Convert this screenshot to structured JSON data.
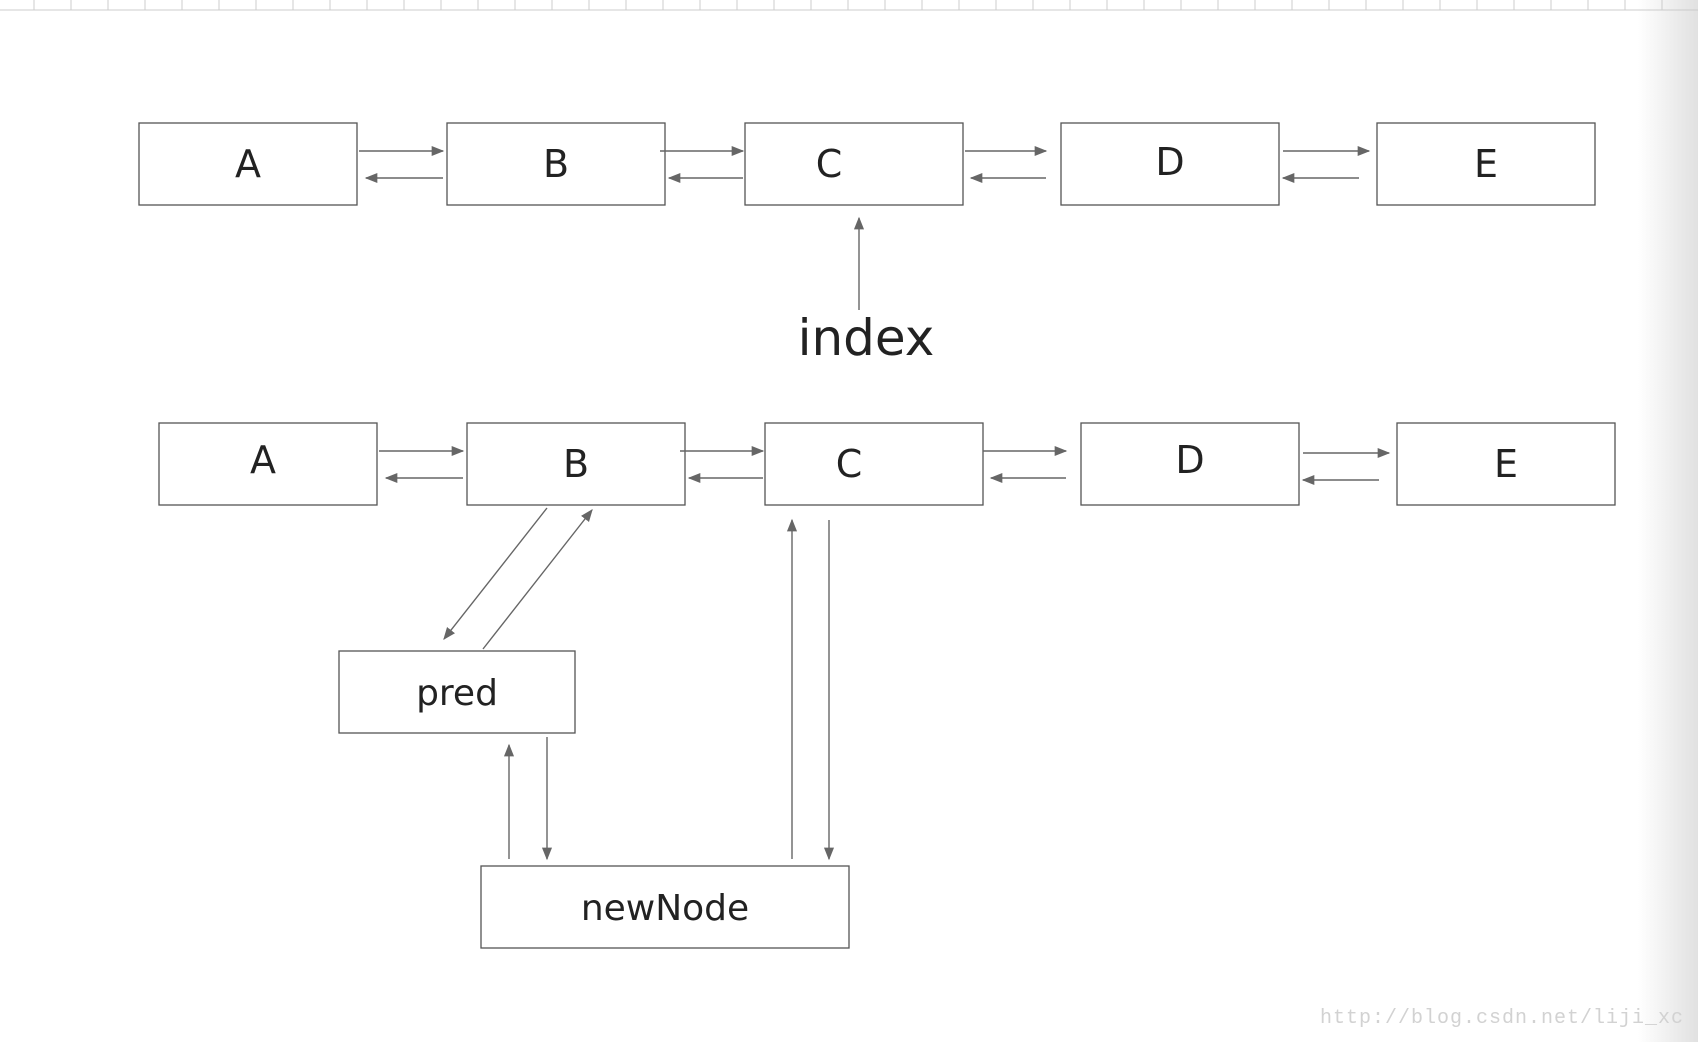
{
  "diagram": {
    "top_row": {
      "nodes": [
        "A",
        "B",
        "C",
        "D",
        "E"
      ],
      "pointer_label": "index"
    },
    "bottom_row": {
      "nodes": [
        "A",
        "B",
        "C",
        "D",
        "E"
      ]
    },
    "pred_label": "pred",
    "new_node_label": "newNode"
  },
  "watermark": "http://blog.csdn.net/liji_xc",
  "colors": {
    "stroke": "#555555",
    "text": "#222222",
    "background": "#ffffff"
  }
}
